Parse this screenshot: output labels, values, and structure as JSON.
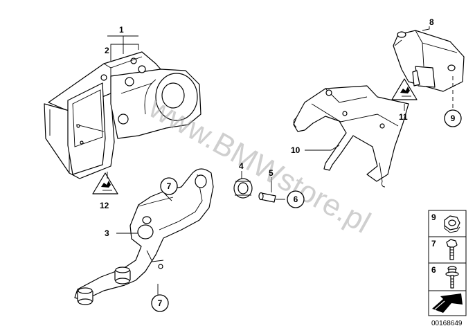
{
  "callouts": {
    "p1": "1",
    "p2": "2",
    "p3": "3",
    "p4": "4",
    "p5": "5",
    "p6": "6",
    "p7a": "7",
    "p7b": "7",
    "p8": "8",
    "p9": "9",
    "p10": "10",
    "p11": "11",
    "p12": "12"
  },
  "legend": {
    "items": [
      "9",
      "7",
      "6"
    ]
  },
  "watermark": "www.BMWstore.pl",
  "reference_number": "00168649",
  "icons": [
    "hydraulic-unit-icon",
    "bracket-icon",
    "sensor-icon",
    "warning-triangle-icon",
    "hex-nut-icon",
    "hex-bolt-icon",
    "screw-icon",
    "arrow-icon"
  ]
}
